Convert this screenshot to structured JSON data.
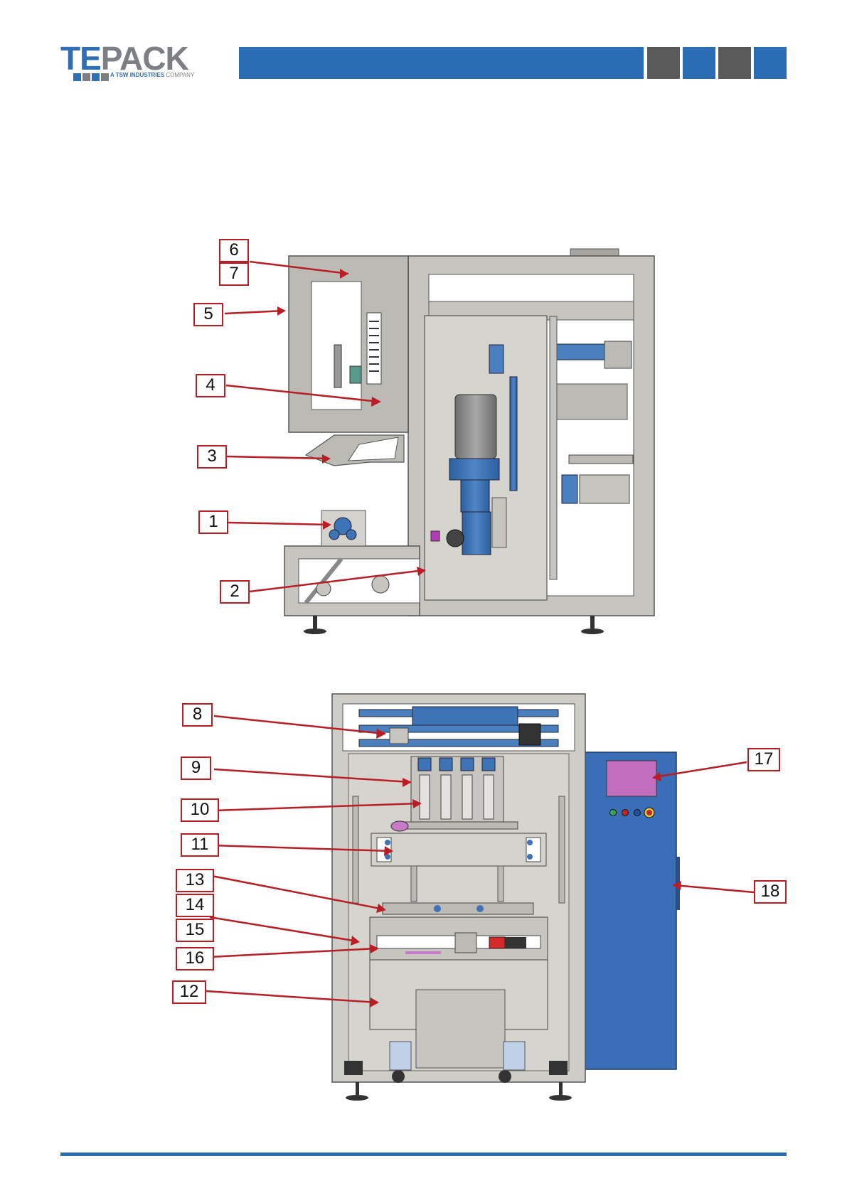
{
  "brand": {
    "logo_te": "TE",
    "logo_pack": "PACK",
    "tagline": "A TSW INDUSTRIES",
    "tagline_company": "COMPANY"
  },
  "colors": {
    "brand_blue": "#2b6db5",
    "brand_gray": "#5a5a5a",
    "callout_red": "#b81e24",
    "frame_gray": "#b8b6b0",
    "panel_blue": "#3a6fb8",
    "screen_magenta": "#c46ec0"
  },
  "header_squares": [
    "#5a5a5a",
    "#2b6db5",
    "#5a5a5a",
    "#2b6db5"
  ],
  "callouts_side": [
    {
      "label": "6"
    },
    {
      "label": "7"
    },
    {
      "label": "5"
    },
    {
      "label": "4"
    },
    {
      "label": "3"
    },
    {
      "label": "1"
    },
    {
      "label": "2"
    }
  ],
  "callouts_front": [
    {
      "label": "8"
    },
    {
      "label": "9"
    },
    {
      "label": "10"
    },
    {
      "label": "11"
    },
    {
      "label": "13"
    },
    {
      "label": "14"
    },
    {
      "label": "15"
    },
    {
      "label": "16"
    },
    {
      "label": "12"
    },
    {
      "label": "17"
    },
    {
      "label": "18"
    }
  ]
}
